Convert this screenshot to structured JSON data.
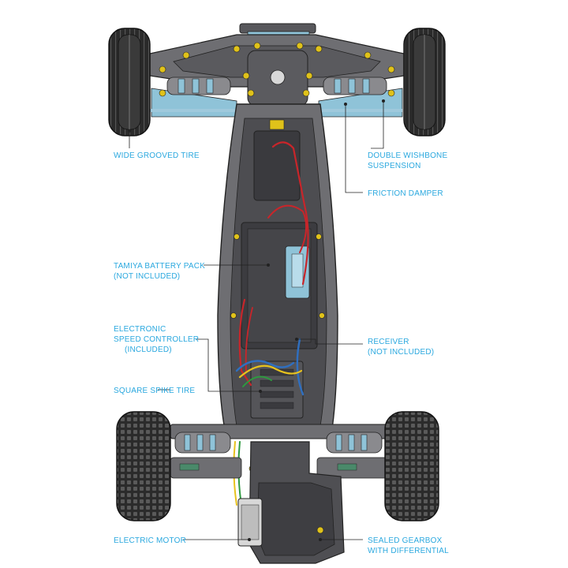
{
  "colors": {
    "label": "#2aa8df",
    "chassis": "#6e6e72",
    "chassis_dark": "#3c3c40",
    "tire": "#2a2a2a",
    "wheel": "#cfcfcf",
    "screw": "#e0c21a",
    "damper_blue": "#8fc3d8",
    "wire_red": "#c8252a",
    "wire_blue": "#2f6fc0",
    "wire_yellow": "#e7c21e",
    "wire_green": "#2e9a3f"
  },
  "callouts": {
    "wide_grooved_tire": "WIDE GROOVED TIRE",
    "double_wishbone_l1": "DOUBLE WISHBONE",
    "double_wishbone_l2": "SUSPENSION",
    "friction_damper": "FRICTION DAMPER",
    "battery_l1": "TAMIYA BATTERY PACK",
    "battery_l2": "(NOT INCLUDED)",
    "esc_l1": "ELECTRONIC",
    "esc_l2": "SPEED CONTROLLER",
    "esc_l3": "(INCLUDED)",
    "receiver_l1": "RECEIVER",
    "receiver_l2": "(NOT INCLUDED)",
    "square_spike_tire": "SQUARE SPIKE TIRE",
    "electric_motor": "ELECTRIC MOTOR",
    "gearbox_l1": "SEALED GEARBOX",
    "gearbox_l2": "WITH DIFFERENTIAL"
  },
  "icons": {
    "front_tire": "grooved-tire-icon",
    "rear_tire": "spike-tire-icon"
  }
}
